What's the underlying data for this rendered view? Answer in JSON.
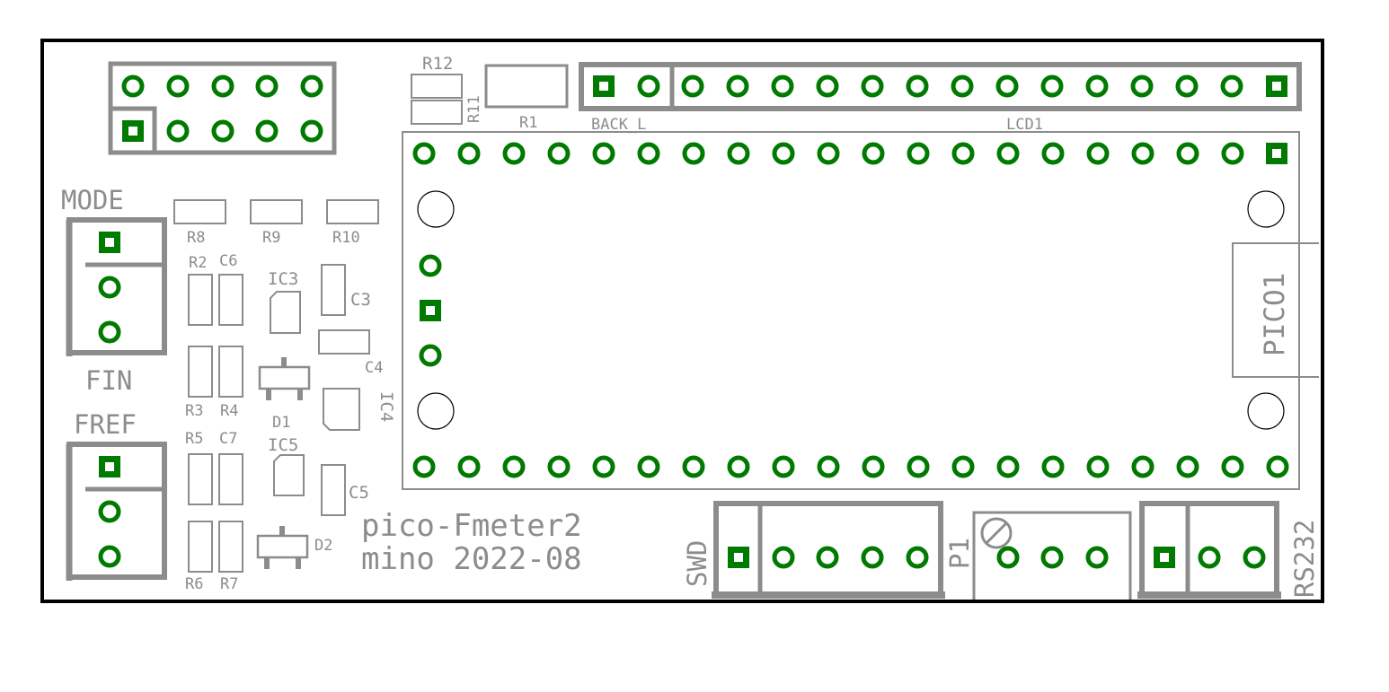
{
  "board": {
    "title_line1": "pico-Fmeter2",
    "title_line2": "mino 2022-08",
    "outline_color": "#000000",
    "silkscreen_color": "#8c8c8c",
    "pad_color": "#007a00"
  },
  "labels": {
    "mode": "MODE",
    "fin": "FIN",
    "fref": "FREF",
    "r1": "R1",
    "r2": "R2",
    "r3": "R3",
    "r4": "R4",
    "r5": "R5",
    "r6": "R6",
    "r7": "R7",
    "r8": "R8",
    "r9": "R9",
    "r10": "R10",
    "r11": "R11",
    "r12": "R12",
    "c3": "C3",
    "c4": "C4",
    "c5": "C5",
    "c6": "C6",
    "c7": "C7",
    "ic3": "IC3",
    "ic4": "IC4",
    "ic5": "IC5",
    "d1": "D1",
    "d2": "D2",
    "back_l": "BACK_L",
    "lcd1": "LCD1",
    "pico1": "PICO1",
    "swd": "SWD",
    "p1": "P1",
    "rs232": "RS232"
  }
}
